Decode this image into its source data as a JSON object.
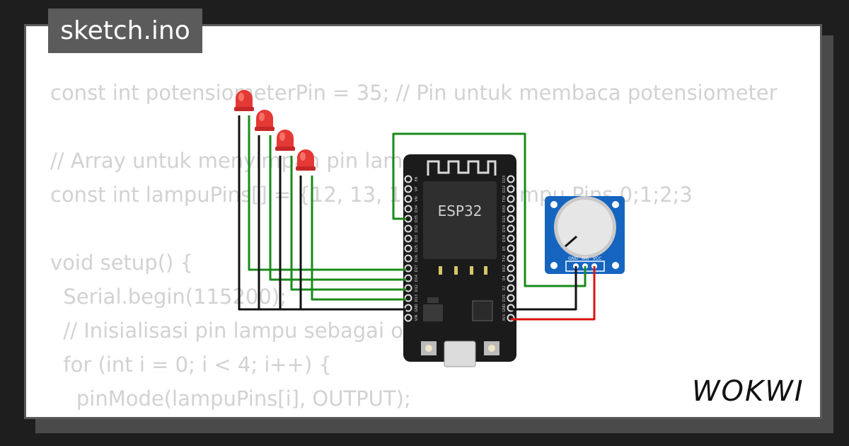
{
  "tab": {
    "filename": "sketch.ino"
  },
  "code_lines": [
    "const int potensiometerPin = 35; // Pin untuk membaca potensiometer",
    "",
    "// Array untuk menyimpan pin lampu",
    "const int lampuPins[] = {12, 13, 14, 27}; // lampu Pins 0;1;2;3",
    "",
    "void setup() {",
    "  Serial.begin(115200);",
    "  // Inisialisasi pin lampu sebagai output",
    "  for (int i = 0; i < 4; i++) {",
    "    pinMode(lampuPins[i], OUTPUT);",
    "  }"
  ],
  "board": {
    "label": "ESP32",
    "left_pins": [
      "EN",
      "VP",
      "VN",
      "D34",
      "D35",
      "D32",
      "D33",
      "D25",
      "D26",
      "D27",
      "D14",
      "D12",
      "D13",
      "GND",
      "VIN"
    ],
    "right_pins": [
      "D23",
      "D22",
      "TX0",
      "RX0",
      "D21",
      "D19",
      "D18",
      "D5",
      "TX2",
      "RX2",
      "D4",
      "D2",
      "D15",
      "GND",
      "3V3"
    ]
  },
  "potentiometer": {
    "pin_labels": [
      "GND",
      "SIG",
      "VCC"
    ]
  },
  "logo": {
    "text": "WOKWI"
  },
  "colors": {
    "wire_green": "#1a8a1a",
    "wire_black": "#111111",
    "wire_red": "#dd1111",
    "led_red": "#e53935",
    "pot_blue": "#1565c0",
    "board_black": "#1b1b1b"
  }
}
